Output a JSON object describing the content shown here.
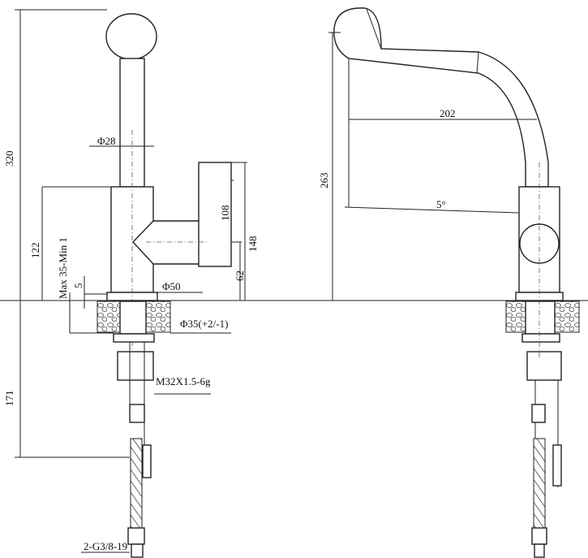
{
  "title": "Faucet technical drawing",
  "side_view": {
    "dimensions": {
      "total_height": "320",
      "spout_diameter": "Φ28",
      "body_height": "122",
      "handle_height": "108",
      "handle_offset": "148",
      "handle_axis_height": "62",
      "deck_thickness": "Max 35-Min 1",
      "gap": "5",
      "base_diameter": "Φ50",
      "hole_diameter": "Φ35(+2/-1)",
      "below_deck": "171",
      "thread": "M32X1.5-6g",
      "hose_connection": "2-G3/8-19"
    }
  },
  "front_view": {
    "dimensions": {
      "reach": "202",
      "spout_height": "263",
      "angle": "5°"
    }
  }
}
